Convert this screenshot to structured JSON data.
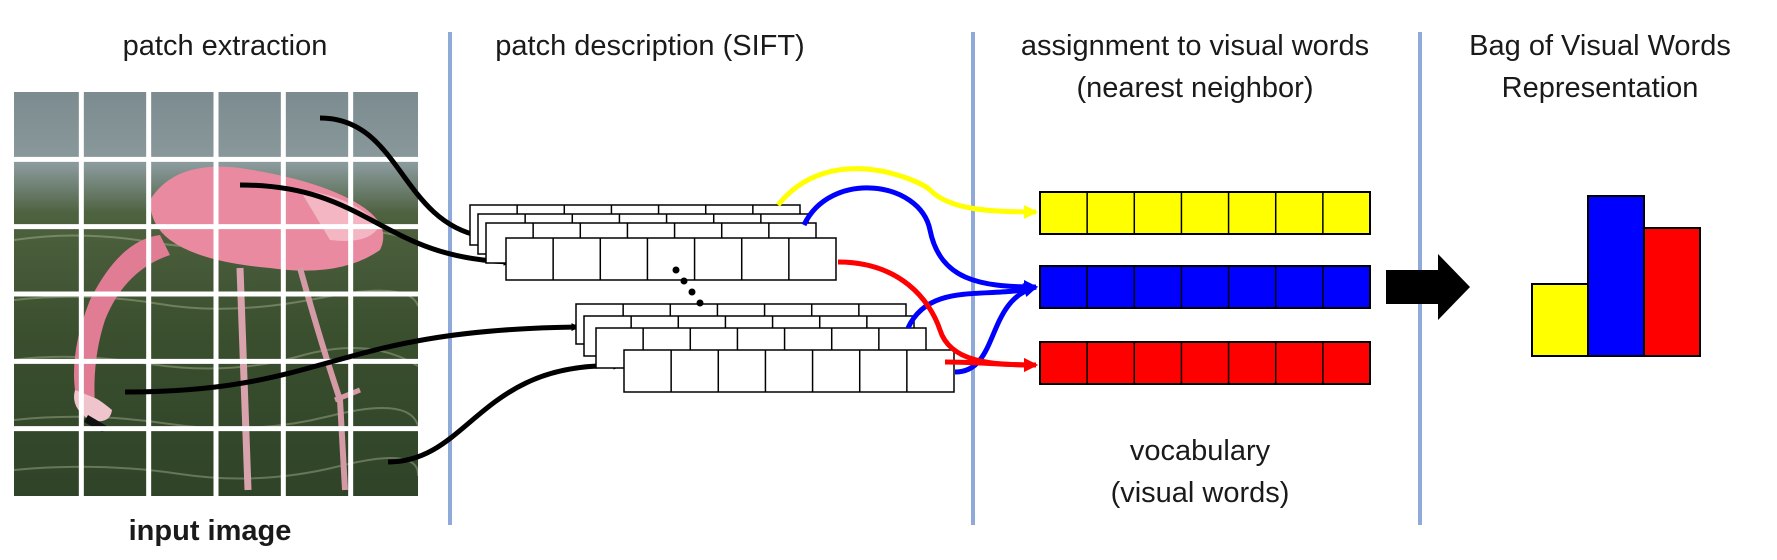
{
  "sections": [
    {
      "id": "patch-extraction",
      "title_lines": [
        "patch extraction"
      ]
    },
    {
      "id": "patch-description",
      "title_lines": [
        "patch description (SIFT)"
      ]
    },
    {
      "id": "assignment",
      "title_lines": [
        "assignment to visual words",
        "(nearest neighbor)"
      ]
    },
    {
      "id": "bovw",
      "title_lines": [
        "Bag of Visual Words",
        "Representation"
      ]
    }
  ],
  "input_image_label": "input image",
  "vocabulary_label_lines": [
    "vocabulary",
    "(visual words)"
  ],
  "colors": {
    "divider": "#8fa9d8",
    "yellow": "#ffff00",
    "blue": "#0000ff",
    "red": "#ff0000",
    "cell_border": "#000000",
    "arrow": "#000000",
    "flamingo_pink": "#e98aa0",
    "water_green": "#3c5030"
  },
  "grid": {
    "rows": 6,
    "cols": 6
  },
  "vocabulary": [
    {
      "name": "yellow",
      "color": "#ffff00",
      "cells": 7
    },
    {
      "name": "blue",
      "color": "#0000ff",
      "cells": 7
    },
    {
      "name": "red",
      "color": "#ff0000",
      "cells": 7
    }
  ],
  "descriptor_cells": 7,
  "chart_data": {
    "type": "bar",
    "categories": [
      "yellow",
      "blue",
      "red"
    ],
    "values": [
      0.45,
      1.0,
      0.8
    ],
    "colors": [
      "#ffff00",
      "#0000ff",
      "#ff0000"
    ],
    "ylim": [
      0,
      1
    ],
    "grid": false
  }
}
